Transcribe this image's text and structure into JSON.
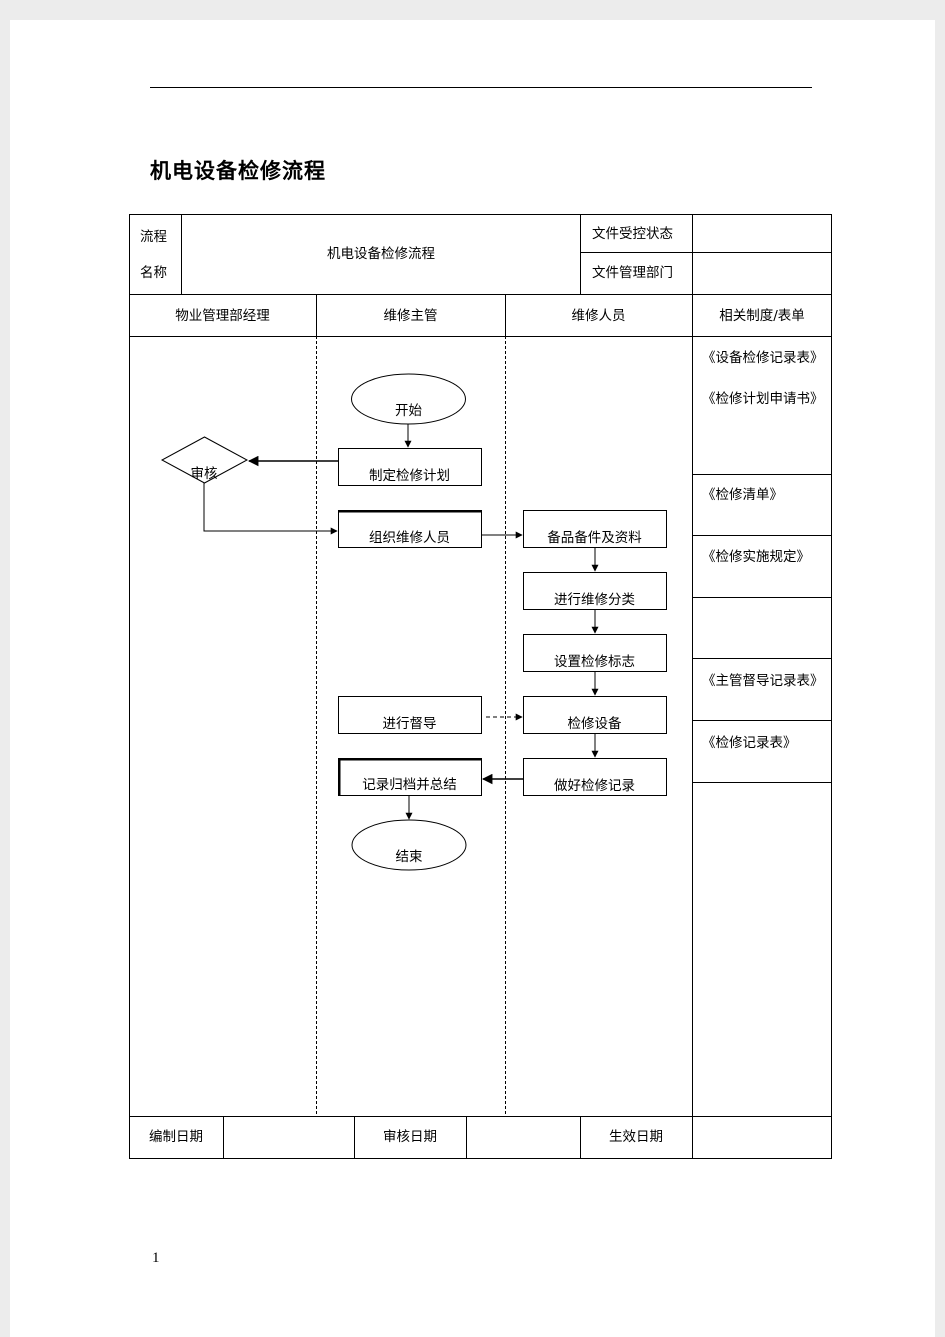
{
  "document": {
    "title": "机电设备检修流程",
    "page_number": "1"
  },
  "header_table": {
    "name_label_line1": "流程",
    "name_label_line2": "名称",
    "process_name": "机电设备检修流程",
    "control_status_label": "文件受控状态",
    "management_dept_label": "文件管理部门",
    "control_status_value": "",
    "management_dept_value": ""
  },
  "lanes": {
    "manager": "物业管理部经理",
    "supervisor": "维修主管",
    "staff": "维修人员",
    "related": "相关制度/表单"
  },
  "flow_nodes": {
    "start": "开始",
    "review": "审核",
    "make_plan": "制定检修计划",
    "organize_staff": "组织维修人员",
    "prepare_parts": "备品备件及资料",
    "classify": "进行维修分类",
    "set_signs": "设置检修标志",
    "supervise": "进行督导",
    "inspect_repair": "检修设备",
    "record": "做好检修记录",
    "archive": "记录归档并总结",
    "end": "结束"
  },
  "related_forms": [
    "《设备检修记录表》",
    "《检修计划申请书》",
    "《检修清单》",
    "《检修实施规定》",
    "《主管督导记录表》",
    "《检修记录表》"
  ],
  "footer_table": {
    "compiled_date_label": "编制日期",
    "reviewed_date_label": "审核日期",
    "effective_date_label": "生效日期",
    "compiled_date_value": "",
    "reviewed_date_value": "",
    "effective_date_value": ""
  }
}
